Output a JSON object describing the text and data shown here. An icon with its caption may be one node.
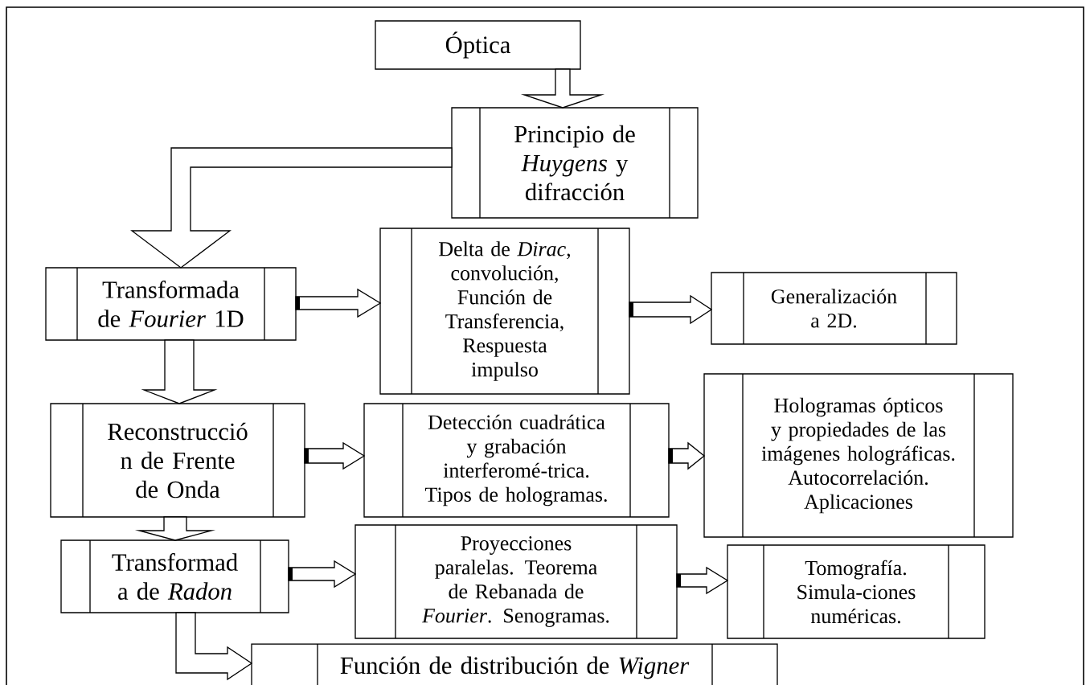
{
  "diagram": {
    "nodes": [
      {
        "text": [
          "Óptica"
        ]
      },
      {
        "text": [
          "Principio de *Huygens* y difracción"
        ]
      },
      {
        "text": [
          "Transformada de *Fourier* 1D"
        ]
      },
      {
        "text": [
          "Delta de *Dirac*, convolución, Función de Transferencia, Respuesta impulso"
        ]
      },
      {
        "text": [
          "Generalización a 2D."
        ]
      },
      {
        "text": [
          "Reconstrucció n de Frente de Onda"
        ]
      },
      {
        "text": [
          "Detección cuadrática y grabación interferomé-trica. Tipos de hologramas."
        ]
      },
      {
        "text": [
          "Hologramas ópticos y propiedades de las imágenes holográficas. Autocorrelación. Aplicaciones"
        ]
      },
      {
        "text": [
          "Transformad a de *Radon*"
        ]
      },
      {
        "text": [
          "Proyecciones paralelas. Teorema de Rebanada de *Fourier*. Senogramas."
        ]
      },
      {
        "text": [
          "Tomografía. Simula-ciones numéricas."
        ]
      },
      {
        "text": [
          "Función de distribución de *Wigner*"
        ]
      }
    ],
    "edges": [
      {
        "from": 0,
        "to": 1,
        "arrow": "to"
      },
      {
        "from": 1,
        "to": 2,
        "arrow": "to"
      },
      {
        "from": 2,
        "to": 3,
        "arrow": "to"
      },
      {
        "from": 3,
        "to": 4,
        "arrow": "to"
      },
      {
        "from": 2,
        "to": 5,
        "arrow": "to"
      },
      {
        "from": 5,
        "to": 6,
        "arrow": "to"
      },
      {
        "from": 6,
        "to": 7,
        "arrow": "to"
      },
      {
        "from": 5,
        "to": 8,
        "arrow": "to"
      },
      {
        "from": 8,
        "to": 9,
        "arrow": "to"
      },
      {
        "from": 9,
        "to": 10,
        "arrow": "to"
      },
      {
        "from": 8,
        "to": 11,
        "arrow": "to"
      }
    ]
  }
}
